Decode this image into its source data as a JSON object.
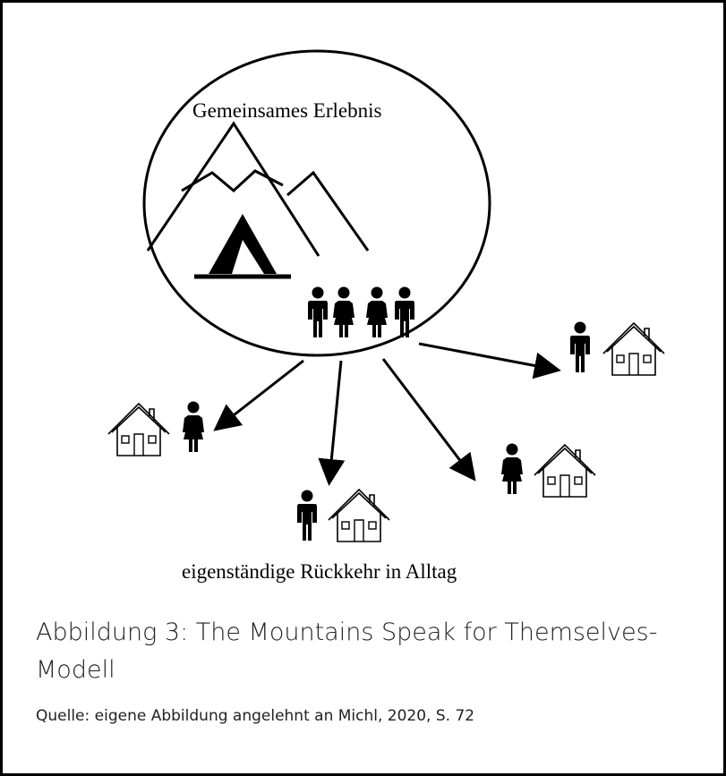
{
  "diagram": {
    "circle_label": "Gemeinsames Erlebnis",
    "bottom_label": "eigenständige Rückkehr in Alltag"
  },
  "caption": {
    "title": "Abbildung 3: The Mountains Speak for Themselves-Modell",
    "source": "Quelle: eigene Abbildung angelehnt an Michl, 2020, S. 72"
  }
}
